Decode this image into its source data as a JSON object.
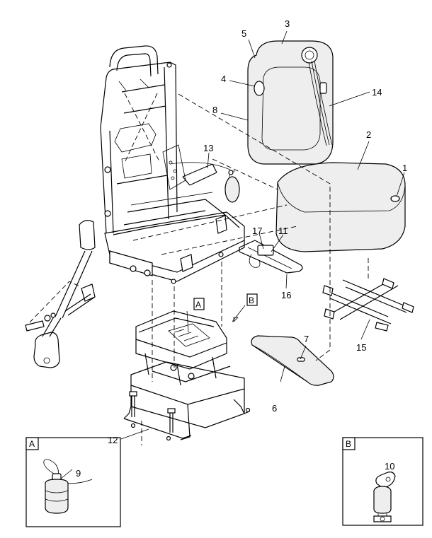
{
  "callouts": {
    "c1": "1",
    "c2": "2",
    "c3": "3",
    "c4": "4",
    "c5": "5",
    "c6": "6",
    "c7": "7",
    "c8": "8",
    "c9": "9",
    "c10": "10",
    "c11": "11",
    "c12": "12",
    "c13": "13",
    "c14": "14",
    "c15": "15",
    "c16": "16",
    "c17": "17"
  },
  "detail_tags": {
    "a": "A",
    "b": "B"
  },
  "insets": {
    "a_label": "A",
    "b_label": "B"
  }
}
